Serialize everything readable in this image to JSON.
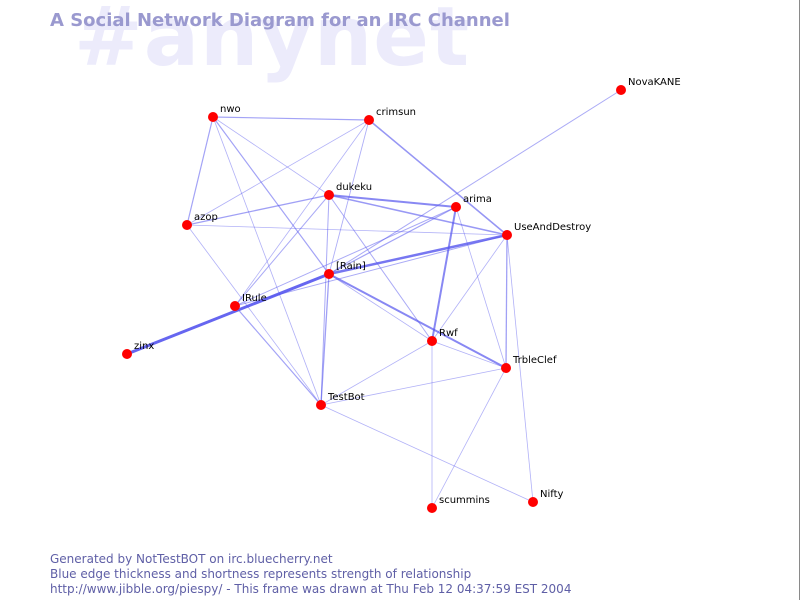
{
  "watermark": "#anynet",
  "title": "A Social Network Diagram for an IRC Channel",
  "footer": [
    "Generated by NotTestBOT on irc.bluecherry.net",
    "Blue edge thickness and shortness represents strength of relationship",
    "http://www.jibble.org/piespy/ - This frame was drawn at Thu Feb 12 04:37:59 EST 2004"
  ],
  "colors": {
    "node": "#ff0000",
    "edge": "#5555ee",
    "title": "#9a99cf",
    "watermark": "#ecebfb"
  },
  "nodes": [
    {
      "id": "nwo",
      "label": "nwo"
    },
    {
      "id": "crimsun",
      "label": "crimsun"
    },
    {
      "id": "NovaKANE",
      "label": "NovaKANE"
    },
    {
      "id": "dukeku",
      "label": "dukeku"
    },
    {
      "id": "arima",
      "label": "arima"
    },
    {
      "id": "azop",
      "label": "azop"
    },
    {
      "id": "UseAndDestroy",
      "label": "UseAndDestroy"
    },
    {
      "id": "Rain",
      "label": "[Rain]"
    },
    {
      "id": "IRule",
      "label": "IRule"
    },
    {
      "id": "zinx",
      "label": "zinx"
    },
    {
      "id": "Rwf",
      "label": "Rwf"
    },
    {
      "id": "TrbleClef",
      "label": "TrbleClef"
    },
    {
      "id": "TestBot",
      "label": "TestBot"
    },
    {
      "id": "scummins",
      "label": "scummins"
    },
    {
      "id": "Nifty",
      "label": "Nifty"
    }
  ],
  "edges": [
    {
      "source": "zinx",
      "target": "Rain",
      "strength": 3
    },
    {
      "source": "Rain",
      "target": "UseAndDestroy",
      "strength": 2.5
    },
    {
      "source": "Rain",
      "target": "TrbleClef",
      "strength": 2
    },
    {
      "source": "dukeku",
      "target": "arima",
      "strength": 2
    },
    {
      "source": "arima",
      "target": "Rwf",
      "strength": 2
    },
    {
      "source": "crimsun",
      "target": "UseAndDestroy",
      "strength": 1.6
    },
    {
      "source": "dukeku",
      "target": "UseAndDestroy",
      "strength": 1.5
    },
    {
      "source": "azop",
      "target": "dukeku",
      "strength": 1.3
    },
    {
      "source": "UseAndDestroy",
      "target": "TrbleClef",
      "strength": 1.3
    },
    {
      "source": "Rain",
      "target": "TestBot",
      "strength": 1.3
    },
    {
      "source": "nwo",
      "target": "crimsun",
      "strength": 1.2
    },
    {
      "source": "nwo",
      "target": "Rain",
      "strength": 1.2
    },
    {
      "source": "nwo",
      "target": "azop",
      "strength": 1.2
    },
    {
      "source": "IRule",
      "target": "TestBot",
      "strength": 1.2
    },
    {
      "source": "Rain",
      "target": "arima",
      "strength": 1.2
    },
    {
      "source": "IRule",
      "target": "arima",
      "strength": 1
    },
    {
      "source": "IRule",
      "target": "UseAndDestroy",
      "strength": 1
    },
    {
      "source": "IRule",
      "target": "dukeku",
      "strength": 1
    },
    {
      "source": "dukeku",
      "target": "TestBot",
      "strength": 1
    },
    {
      "source": "dukeku",
      "target": "Rwf",
      "strength": 1
    },
    {
      "source": "NovaKANE",
      "target": "Rain",
      "strength": 1
    },
    {
      "source": "crimsun",
      "target": "Rain",
      "strength": 0.9
    },
    {
      "source": "TestBot",
      "target": "TrbleClef",
      "strength": 0.8
    },
    {
      "source": "TestBot",
      "target": "Rwf",
      "strength": 0.8
    },
    {
      "source": "nwo",
      "target": "TestBot",
      "strength": 0.8
    },
    {
      "source": "nwo",
      "target": "dukeku",
      "strength": 0.8
    },
    {
      "source": "arima",
      "target": "TrbleClef",
      "strength": 0.8
    },
    {
      "source": "Rwf",
      "target": "UseAndDestroy",
      "strength": 0.8
    },
    {
      "source": "Rwf",
      "target": "TrbleClef",
      "strength": 0.8
    },
    {
      "source": "Rwf",
      "target": "scummins",
      "strength": 0.8
    },
    {
      "source": "UseAndDestroy",
      "target": "Nifty",
      "strength": 0.8
    },
    {
      "source": "TrbleClef",
      "target": "scummins",
      "strength": 0.8
    },
    {
      "source": "TestBot",
      "target": "Nifty",
      "strength": 0.8
    },
    {
      "source": "azop",
      "target": "crimsun",
      "strength": 0.8
    },
    {
      "source": "azop",
      "target": "TestBot",
      "strength": 0.8
    },
    {
      "source": "azop",
      "target": "UseAndDestroy",
      "strength": 0.8
    },
    {
      "source": "IRule",
      "target": "crimsun",
      "strength": 0.8
    },
    {
      "source": "Rain",
      "target": "Rwf",
      "strength": 0.8
    }
  ]
}
